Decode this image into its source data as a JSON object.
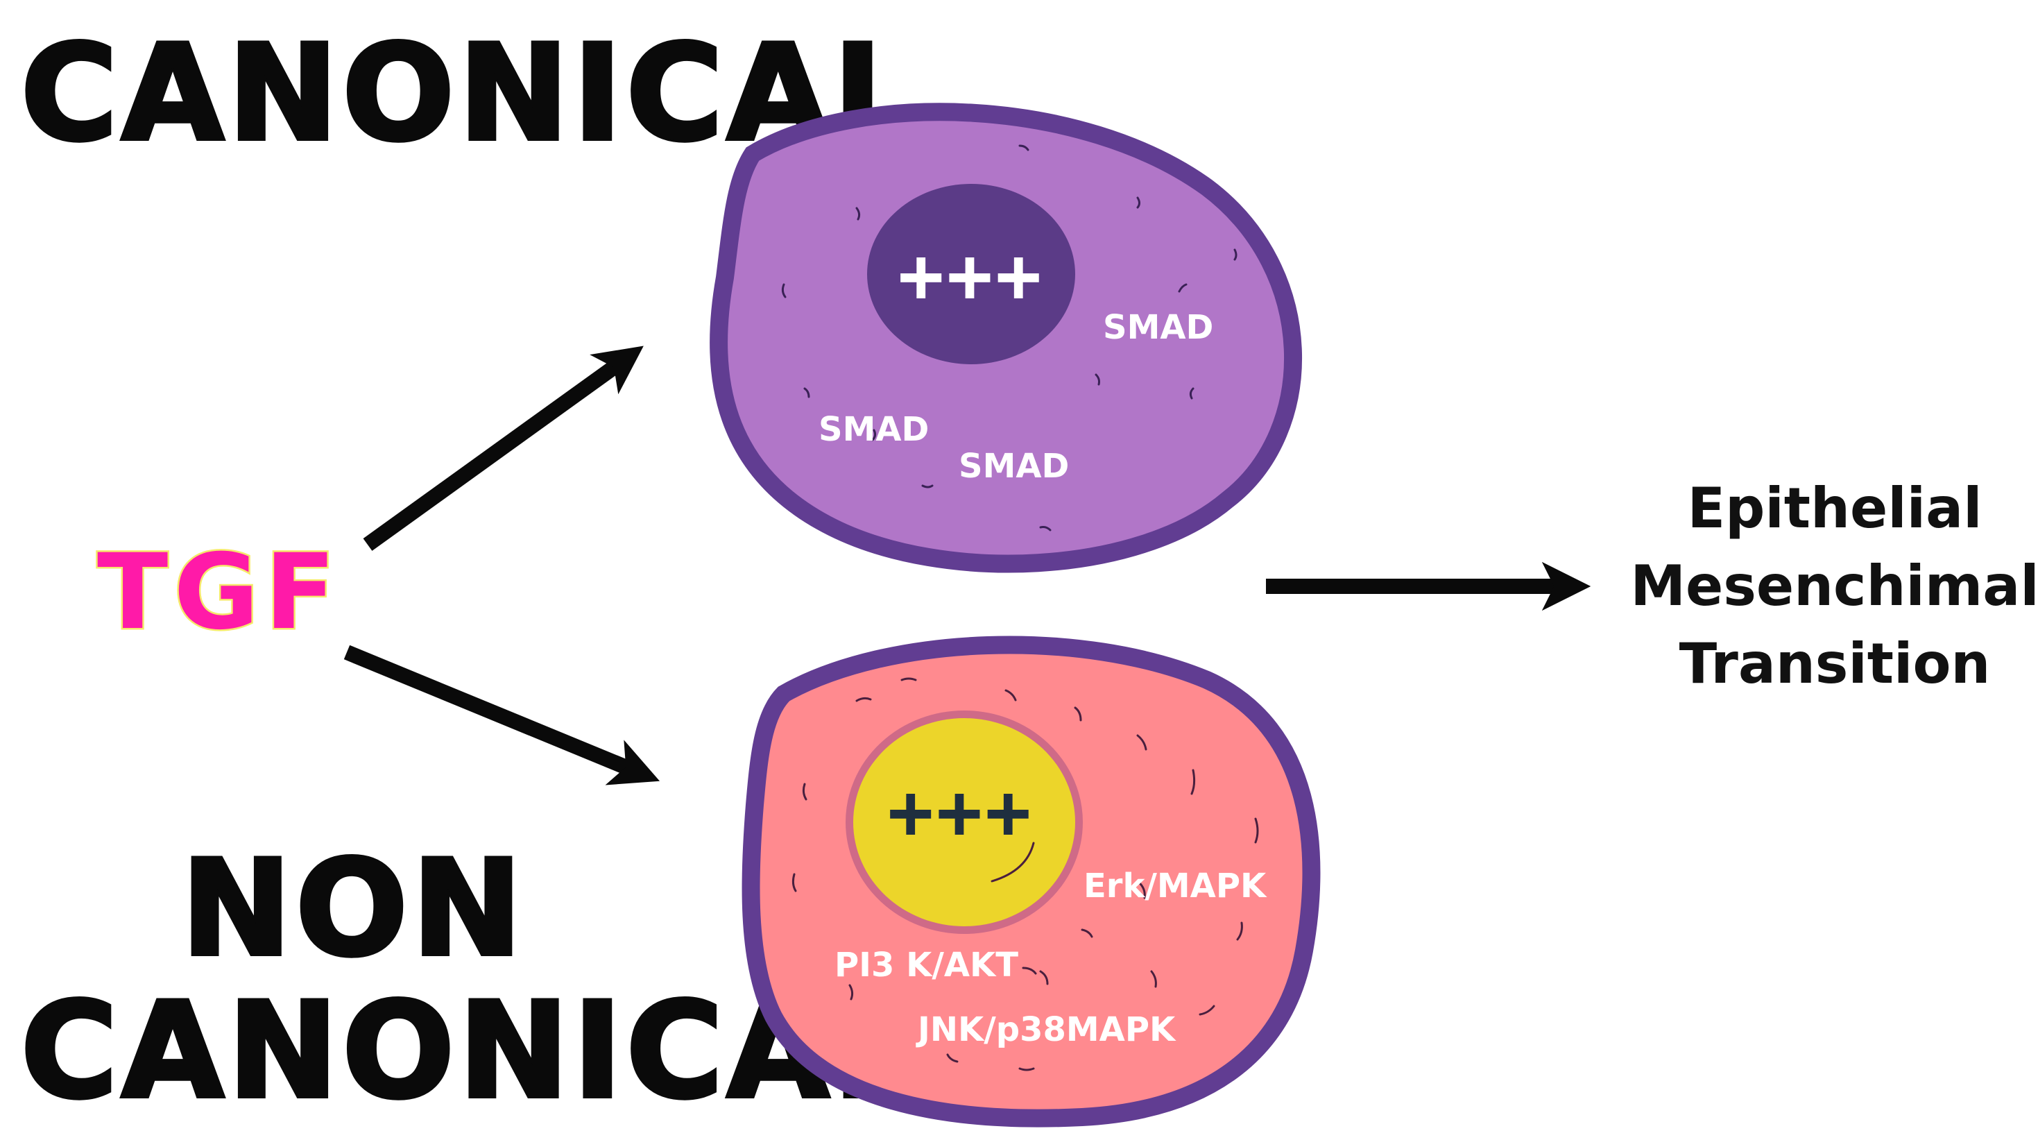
{
  "headings": {
    "canonical": "CANONICAL",
    "non_line1": "NON",
    "non_line2": "CANONICAL"
  },
  "source": {
    "label": "TGF",
    "color": "#ff1aa8"
  },
  "canonical_cell": {
    "nucleus_marks": "+++",
    "labels": [
      "SMAD",
      "SMAD",
      "SMAD"
    ],
    "membrane_color": "#613d92",
    "cytoplasm_color": "#b176c8",
    "nucleus_color": "#5b3b87"
  },
  "non_canonical_cell": {
    "nucleus_marks": "+++",
    "labels": [
      "Erk/MAPK",
      "PI3 K/AKT",
      "JNK/p38MAPK"
    ],
    "membrane_color": "#613d92",
    "cytoplasm_color": "#ff8a8f",
    "nucleus_color": "#ecd52a"
  },
  "result": {
    "line1": "Epithelial",
    "line2": "Mesenchimal",
    "line3": "Transition"
  }
}
